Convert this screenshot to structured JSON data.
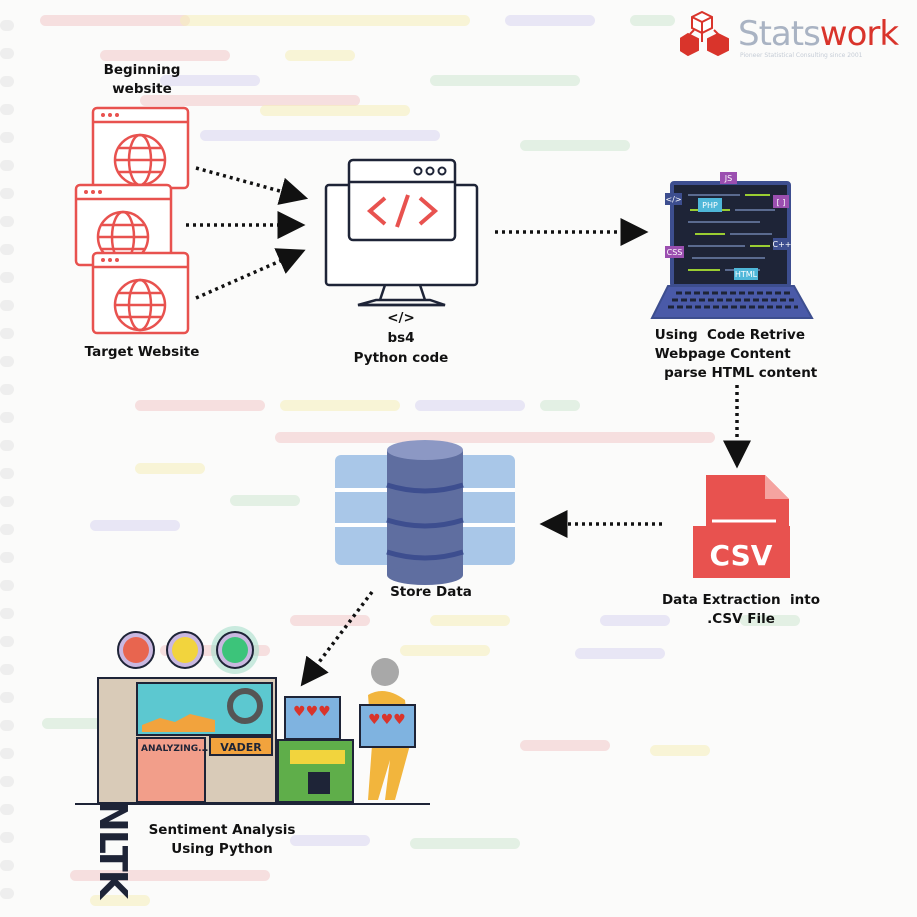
{
  "logo": {
    "brand_light": "Stats",
    "brand_dark": "work",
    "tagline": "Pioneer Statistical Consulting since 2001"
  },
  "colors": {
    "accent_red": "#e8524f",
    "navy": "#3d4e8f",
    "dark": "#1e2437",
    "logo_red": "#d9342b",
    "logo_gray": "#a9b3c3"
  },
  "nodes": {
    "begin": {
      "label": "Beginning\nwebsite",
      "icon": "browser-globe-icon"
    },
    "target": {
      "label": "Target Website"
    },
    "python": {
      "symbol": "</>",
      "line1": "bs4",
      "line2": "Python code",
      "icon": "monitor-code-icon"
    },
    "retrieve": {
      "label": "Using  Code Retrive\nWebpage Content\n  parse HTML content",
      "icon": "laptop-code-icon",
      "tags": [
        "JS",
        "PHP",
        "</>",
        "[ ]",
        "C++",
        "CSS",
        "HTML"
      ]
    },
    "csv": {
      "label": "Data Extraction  into\n.CSV File",
      "icon_text": "CSV"
    },
    "store": {
      "label": "Store Data",
      "icon": "database-icon"
    },
    "sentiment": {
      "label": "Sentiment Analysis\nUsing Python",
      "nltk": "NLTK",
      "analyzing": "ANALYZING...",
      "vader": "VADER"
    }
  }
}
